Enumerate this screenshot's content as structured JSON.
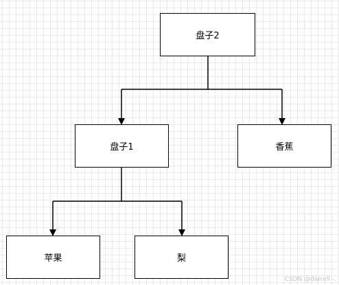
{
  "diagram": {
    "nodes": {
      "root": {
        "label": "盘子2"
      },
      "plate1": {
        "label": "盘子1"
      },
      "banana": {
        "label": "香蕉"
      },
      "apple": {
        "label": "苹果"
      },
      "pear": {
        "label": "梨"
      }
    },
    "edges": [
      {
        "from": "root",
        "to": "plate1"
      },
      {
        "from": "root",
        "to": "banana"
      },
      {
        "from": "plate1",
        "to": "apple"
      },
      {
        "from": "plate1",
        "to": "pear"
      }
    ]
  },
  "watermark": "CSDN @darrell -."
}
